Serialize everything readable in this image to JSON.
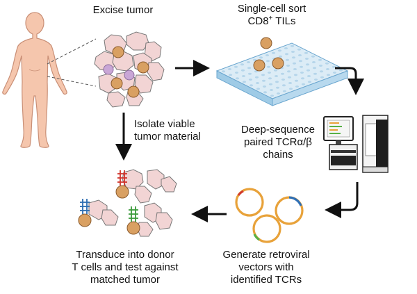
{
  "steps": {
    "excise": "Excise tumor",
    "sort_line1": "Single-cell sort",
    "sort_line2_main": "CD8",
    "sort_line2_sup": "+",
    "sort_line2_tail": " TILs",
    "isolate_line1": "Isolate viable",
    "isolate_line2": "tumor material",
    "sequence_line1": "Deep-sequence",
    "sequence_line2": "paired TCRα/β",
    "sequence_line3": "chains",
    "generate_line1": "Generate retroviral",
    "generate_line2": "vectors with",
    "generate_line3": "identified TCRs",
    "transduce_line1": "Transduce into donor",
    "transduce_line2": "T cells and test against",
    "transduce_line3": "matched tumor"
  },
  "colors": {
    "skin": "#f5c6ad",
    "skin_stroke": "#c98f76",
    "tumor_cell": "#f2d4d4",
    "tumor_stroke": "#777777",
    "t_cell": "#d9a062",
    "t_cell_stroke": "#8a5a2c",
    "purple_cell": "#c9a6d6",
    "plate_top": "#dcecf6",
    "plate_side": "#9fcbe6",
    "tcr_red": "#d0332b",
    "tcr_blue": "#2b6cb0",
    "tcr_green": "#3a9a3a",
    "vector_orange": "#e8a23a",
    "vector_red": "#d23a2e",
    "vector_blue": "#2f6fb5",
    "vector_green": "#58b146",
    "arrow": "#111111"
  }
}
